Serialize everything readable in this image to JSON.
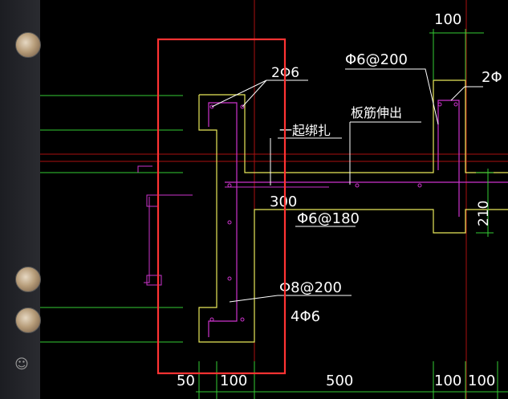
{
  "sidebar": {
    "avatars": [
      "user-avatar-1",
      "user-avatar-2",
      "user-avatar-3"
    ],
    "emoji_button": {
      "glyph": "☺",
      "icon": "smiley-icon"
    }
  },
  "drawing": {
    "colors": {
      "background": "#000000",
      "slab_outline": "#e8e85a",
      "rebar": "#cc33cc",
      "leader": "#ffffff",
      "axis_green": "#33cc33",
      "axis_red": "#aa1111",
      "dimension": "#33cc33",
      "highlight": "#ff3333"
    },
    "annotations": {
      "top_rebar_left": "2Φ6",
      "together_tie": "一起绑扎",
      "slab_rebar_extend": "板筋伸出",
      "stirrup_top": "Φ6@200",
      "top_rebar_right": "2Φ",
      "dim_300": "300",
      "bottom_bar": "Φ6@180",
      "stirrup_bottom": "Φ8@200",
      "bottom_rebar": "4Φ6",
      "dim_210": "210"
    },
    "dimensions": {
      "top_100": "100",
      "bottom_50": "50",
      "bottom_100_a": "100",
      "bottom_500": "500",
      "bottom_100_b": "100",
      "bottom_100_c": "100"
    }
  }
}
